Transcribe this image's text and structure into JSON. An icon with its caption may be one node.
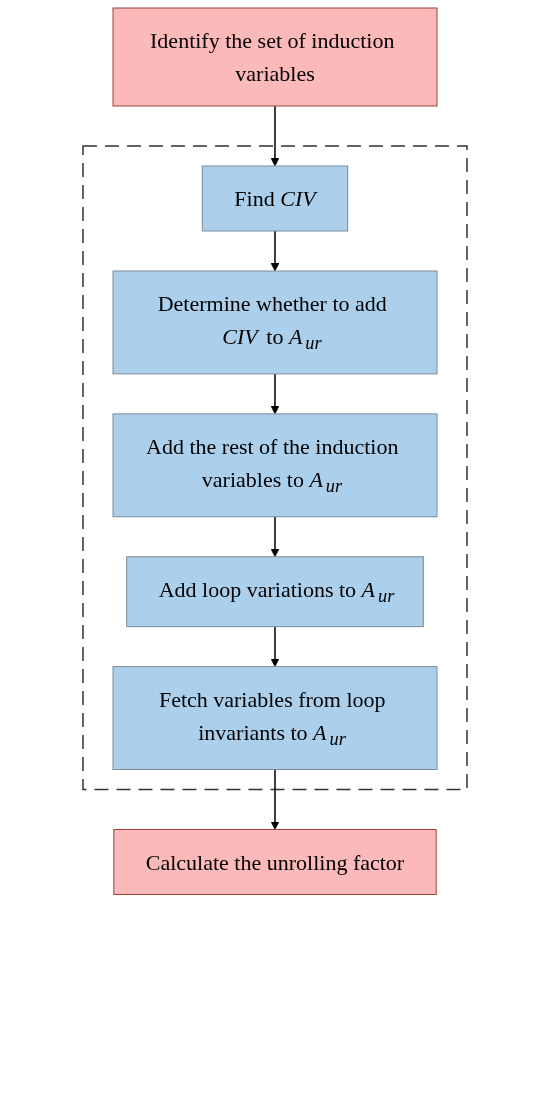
{
  "diagram": {
    "nodes": [
      {
        "text": [
          "Identify the set of induction variables"
        ]
      },
      {
        "text": [],
        "shape": "box"
      },
      {
        "text": [
          "Find *CIV*"
        ],
        "in": 1
      },
      {
        "text": [
          "Determine whether to add *CIV* to *A*$_{ur}$"
        ],
        "in": 1
      },
      {
        "text": [
          "Add the rest of the induction variables to *A*$_{ur}$"
        ],
        "in": 1
      },
      {
        "text": [
          "Add loop variations to *A*$_{ur}$"
        ],
        "in": 1
      },
      {
        "text": [
          "Fetch variables from loop invariants to *A*$_{ur}$"
        ],
        "in": 1
      },
      {
        "text": [
          "Calculate the unrolling factor"
        ]
      }
    ],
    "edges": [
      {
        "from": 0,
        "to": 2,
        "arrow": "to"
      },
      {
        "from": 2,
        "to": 3,
        "arrow": "to"
      },
      {
        "from": 3,
        "to": 4,
        "arrow": "to"
      },
      {
        "from": 4,
        "to": 5,
        "arrow": "to"
      },
      {
        "from": 5,
        "to": 6,
        "arrow": "to"
      },
      {
        "from": 6,
        "to": 7,
        "arrow": "to"
      }
    ]
  }
}
